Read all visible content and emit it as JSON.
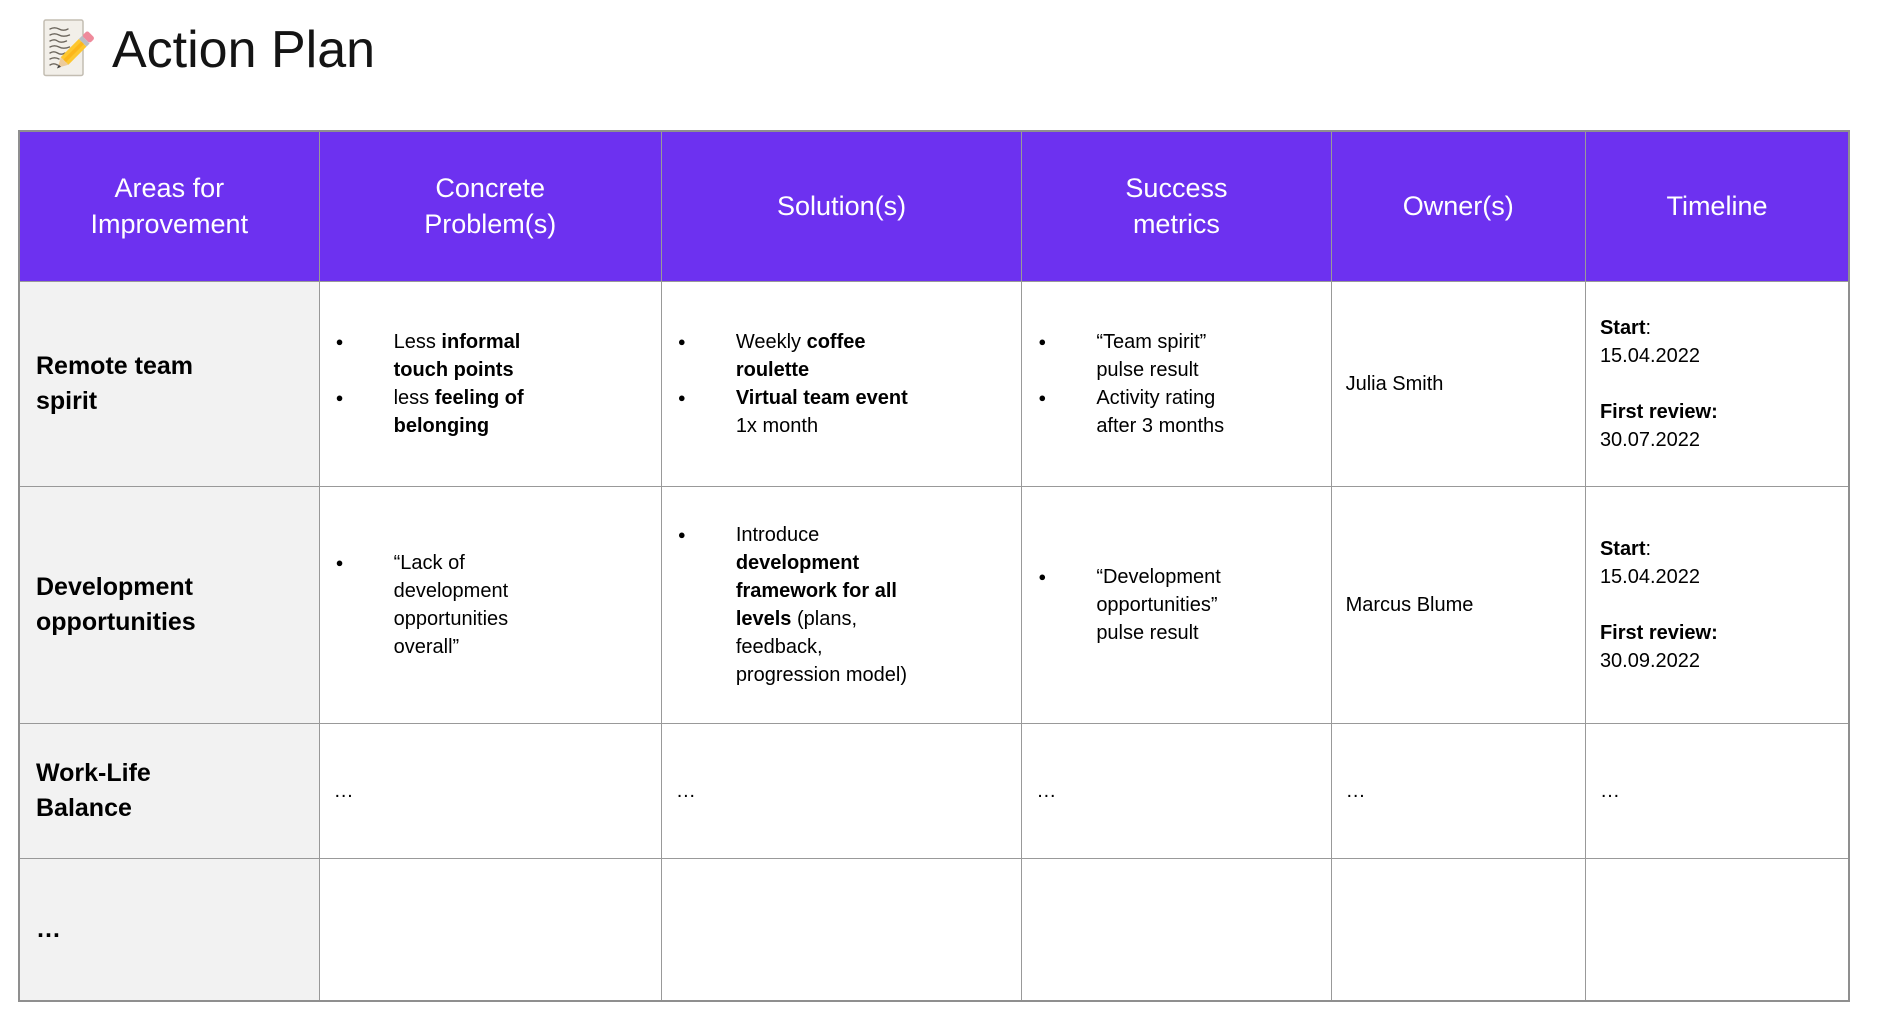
{
  "page": {
    "title": "Action Plan"
  },
  "icons": {
    "bullet": "●",
    "title_icon": "memo-icon"
  },
  "colors": {
    "header_bg": "#6D31F0",
    "header_text": "#FFFFFF",
    "label_column_bg": "#F2F2F2",
    "grid_border": "#999999",
    "body_text": "#000000",
    "page_bg": "#FFFFFF"
  },
  "table": {
    "columns": [
      {
        "key": "area",
        "label": "Areas for Improvement",
        "lines": [
          "Areas for",
          "Improvement"
        ],
        "width_pct": 16.4
      },
      {
        "key": "problems",
        "label": "Concrete Problem(s)",
        "lines": [
          "Concrete",
          "Problem(s)"
        ],
        "width_pct": 18.7
      },
      {
        "key": "solutions",
        "label": "Solution(s)",
        "lines": [
          "Solution(s)"
        ],
        "width_pct": 19.7
      },
      {
        "key": "metrics",
        "label": "Success metrics",
        "lines": [
          "Success",
          "metrics"
        ],
        "width_pct": 16.9
      },
      {
        "key": "owners",
        "label": "Owner(s)",
        "lines": [
          "Owner(s)"
        ],
        "width_pct": 13.9
      },
      {
        "key": "timeline",
        "label": "Timeline",
        "lines": [
          "Timeline"
        ],
        "width_pct": 14.4
      }
    ],
    "rows": [
      {
        "cells": [
          {
            "kind": "label",
            "text": "Remote team spirit",
            "lines": [
              "Remote team",
              "spirit"
            ]
          },
          {
            "kind": "blocks",
            "blocks": [
              {
                "bullet": true,
                "lines": [
                  [
                    {
                      "t": "Less "
                    },
                    {
                      "t": "informal",
                      "b": true
                    }
                  ],
                  [
                    {
                      "t": "touch points",
                      "b": true
                    }
                  ]
                ]
              },
              {
                "bullet": true,
                "lines": [
                  [
                    {
                      "t": "less "
                    },
                    {
                      "t": "feeling of",
                      "b": true
                    }
                  ],
                  [
                    {
                      "t": "belonging",
                      "b": true
                    }
                  ]
                ]
              }
            ]
          },
          {
            "kind": "blocks",
            "blocks": [
              {
                "bullet": true,
                "lines": [
                  [
                    {
                      "t": "Weekly "
                    },
                    {
                      "t": "coffee",
                      "b": true
                    }
                  ],
                  [
                    {
                      "t": "roulette",
                      "b": true
                    }
                  ]
                ]
              },
              {
                "bullet": true,
                "lines": [
                  [
                    {
                      "t": "Virtual team event",
                      "b": true
                    }
                  ],
                  [
                    {
                      "t": "1x month"
                    }
                  ]
                ]
              }
            ]
          },
          {
            "kind": "blocks",
            "blocks": [
              {
                "bullet": true,
                "lines": [
                  [
                    {
                      "t": "“Team spirit”"
                    }
                  ],
                  [
                    {
                      "t": "pulse result"
                    }
                  ]
                ]
              },
              {
                "bullet": true,
                "lines": [
                  [
                    {
                      "t": "Activity rating"
                    }
                  ],
                  [
                    {
                      "t": "after 3 months"
                    }
                  ]
                ]
              }
            ]
          },
          {
            "kind": "text",
            "text": "Julia Smith"
          },
          {
            "kind": "blocks",
            "blocks": [
              {
                "bullet": false,
                "lines": [
                  [
                    {
                      "t": "Start",
                      "b": true
                    },
                    {
                      "t": ":"
                    }
                  ],
                  [
                    {
                      "t": "15.04.2022"
                    }
                  ]
                ]
              },
              {
                "bullet": false,
                "lines": [
                  [
                    {
                      "t": "First review:",
                      "b": true
                    }
                  ],
                  [
                    {
                      "t": "30.07.2022"
                    }
                  ]
                ]
              }
            ]
          }
        ]
      },
      {
        "cells": [
          {
            "kind": "label",
            "text": "Development opportunities",
            "lines": [
              "Development",
              "opportunities"
            ]
          },
          {
            "kind": "blocks",
            "blocks": [
              {
                "bullet": true,
                "lines": [
                  [
                    {
                      "t": "“Lack of"
                    }
                  ],
                  [
                    {
                      "t": "development"
                    }
                  ],
                  [
                    {
                      "t": "opportunities"
                    }
                  ],
                  [
                    {
                      "t": "overall”"
                    }
                  ]
                ]
              }
            ]
          },
          {
            "kind": "blocks",
            "blocks": [
              {
                "bullet": true,
                "lines": [
                  [
                    {
                      "t": "Introduce"
                    }
                  ],
                  [
                    {
                      "t": "development",
                      "b": true
                    }
                  ],
                  [
                    {
                      "t": "framework for all",
                      "b": true
                    }
                  ],
                  [
                    {
                      "t": "levels",
                      "b": true
                    },
                    {
                      "t": " (plans,"
                    }
                  ],
                  [
                    {
                      "t": "feedback,"
                    }
                  ],
                  [
                    {
                      "t": "progression model)"
                    }
                  ]
                ]
              }
            ]
          },
          {
            "kind": "blocks",
            "blocks": [
              {
                "bullet": true,
                "lines": [
                  [
                    {
                      "t": "“Development"
                    }
                  ],
                  [
                    {
                      "t": "opportunities”"
                    }
                  ],
                  [
                    {
                      "t": "pulse result"
                    }
                  ]
                ]
              }
            ]
          },
          {
            "kind": "text",
            "text": "Marcus Blume"
          },
          {
            "kind": "blocks",
            "blocks": [
              {
                "bullet": false,
                "lines": [
                  [
                    {
                      "t": "Start",
                      "b": true
                    },
                    {
                      "t": ":"
                    }
                  ],
                  [
                    {
                      "t": "15.04.2022"
                    }
                  ]
                ]
              },
              {
                "bullet": false,
                "lines": [
                  [
                    {
                      "t": "First review:",
                      "b": true
                    }
                  ],
                  [
                    {
                      "t": "30.09.2022"
                    }
                  ]
                ]
              }
            ]
          }
        ]
      },
      {
        "cells": [
          {
            "kind": "label",
            "text": "Work-Life Balance",
            "lines": [
              "Work-Life",
              "Balance"
            ]
          },
          {
            "kind": "text",
            "text": "…"
          },
          {
            "kind": "text",
            "text": "…"
          },
          {
            "kind": "text",
            "text": "…"
          },
          {
            "kind": "text",
            "text": "…"
          },
          {
            "kind": "text",
            "text": "…"
          }
        ]
      },
      {
        "cells": [
          {
            "kind": "label",
            "text": "…",
            "lines": [
              "…"
            ]
          },
          {
            "kind": "empty"
          },
          {
            "kind": "empty"
          },
          {
            "kind": "empty"
          },
          {
            "kind": "empty"
          },
          {
            "kind": "empty"
          }
        ]
      }
    ]
  }
}
